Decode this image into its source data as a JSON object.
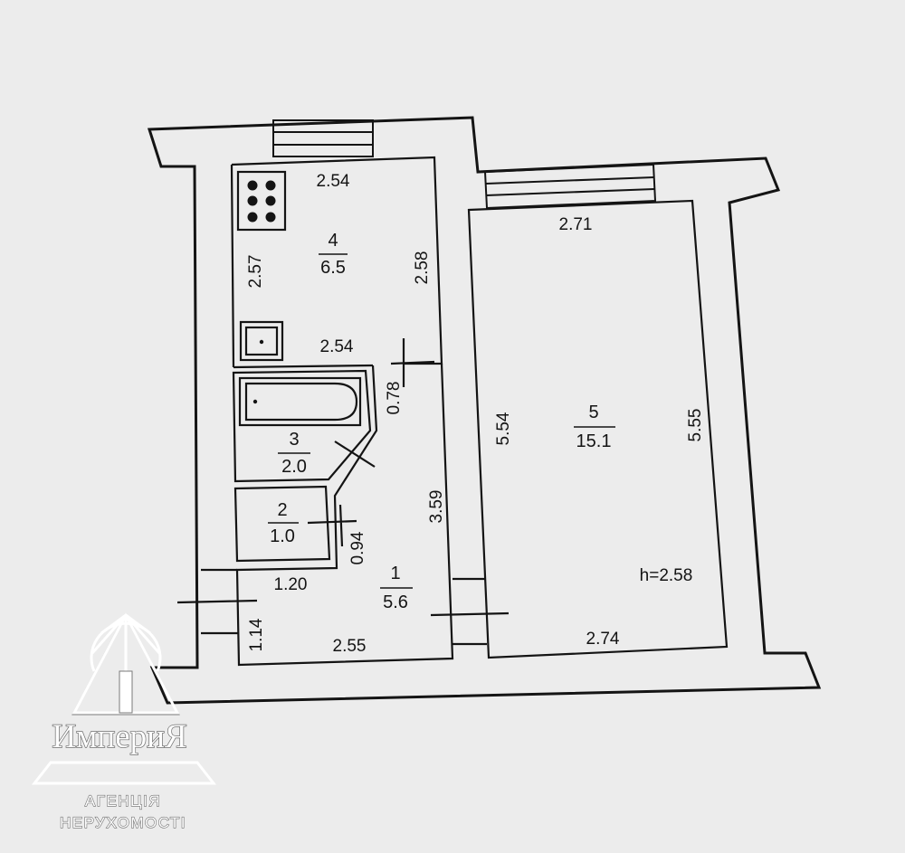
{
  "rooms": [
    {
      "id": "1",
      "area": "5.6"
    },
    {
      "id": "2",
      "area": "1.0"
    },
    {
      "id": "3",
      "area": "2.0"
    },
    {
      "id": "4",
      "area": "6.5"
    },
    {
      "id": "5",
      "area": "15.1"
    }
  ],
  "dimensions": {
    "kitchen_top": "2.54",
    "kitchen_left": "2.57",
    "kitchen_right": "2.58",
    "kitchen_bottom": "2.54",
    "bath_door": "0.78",
    "hall_length": "3.59",
    "wc_door": "0.94",
    "entry_width": "1.20",
    "entry_depth": "1.14",
    "hall_bottom": "2.55",
    "room_top": "2.71",
    "room_left": "5.54",
    "room_right": "5.55",
    "room_bottom": "2.74"
  },
  "ceiling_height": "h=2.58",
  "logo": {
    "name": "ИмпериЯ",
    "tagline_1": "АГЕНЦІЯ",
    "tagline_2": "НЕРУХОМОСТІ"
  }
}
